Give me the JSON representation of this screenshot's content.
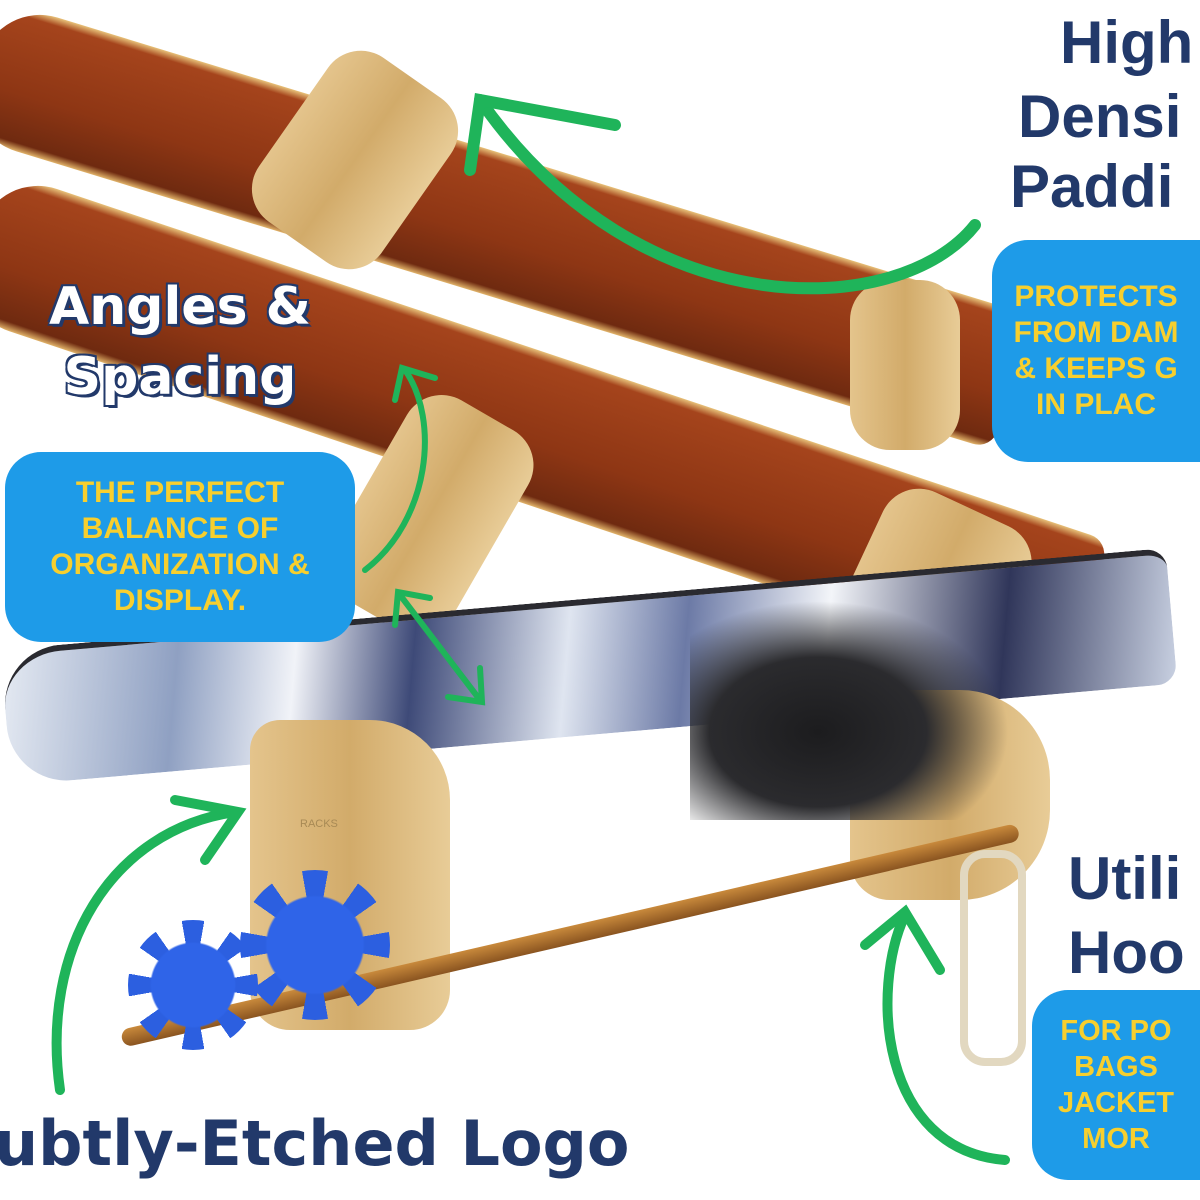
{
  "colors": {
    "heading": "#22396a",
    "box_bg": "#1e9be8",
    "box_text": "#f7cf2e",
    "arrow": "#1fb45a"
  },
  "callouts": {
    "padding": {
      "heading_lines": [
        "High",
        "Densi",
        "Paddi"
      ],
      "box_lines": [
        "PROTECTS",
        "FROM DAM",
        "& KEEPS G",
        "IN PLAC"
      ]
    },
    "angles": {
      "heading_lines": [
        "Angles &",
        "Spacing"
      ],
      "box_lines": [
        "THE PERFECT",
        "BALANCE OF",
        "ORGANIZATION &",
        "DISPLAY."
      ]
    },
    "hooks": {
      "heading_lines": [
        "Utili",
        "Hoo"
      ],
      "box_lines": [
        "FOR PO",
        "BAGS",
        "JACKET",
        "MOR"
      ]
    },
    "logo": {
      "heading": "ubtly-Etched Logo"
    }
  },
  "etched_text": "RACKS"
}
